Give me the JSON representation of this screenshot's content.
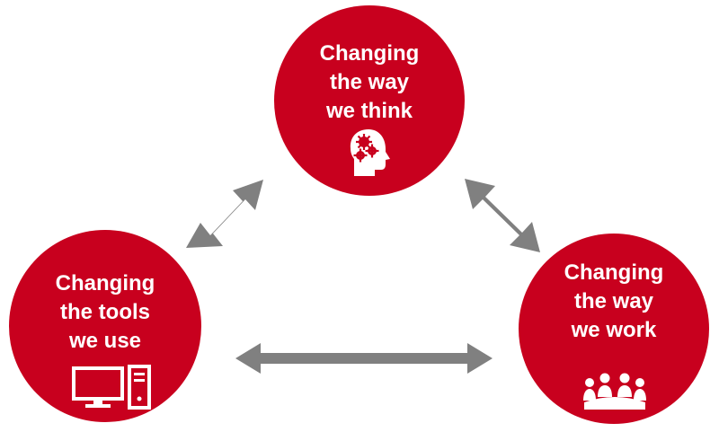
{
  "colors": {
    "circle": "#c8001e",
    "arrow": "#808080",
    "text": "#ffffff"
  },
  "nodes": {
    "think": {
      "lines": [
        "Changing",
        "the way",
        "we think"
      ],
      "icon": "head-gears-icon"
    },
    "tools": {
      "lines": [
        "Changing",
        "the tools",
        "we use"
      ],
      "icon": "desktop-computer-icon"
    },
    "work": {
      "lines": [
        "Changing",
        "the way",
        "we work"
      ],
      "icon": "meeting-group-icon"
    }
  },
  "arrows": [
    {
      "from": "tools",
      "to": "think",
      "direction": "bidirectional"
    },
    {
      "from": "think",
      "to": "work",
      "direction": "bidirectional"
    },
    {
      "from": "tools",
      "to": "work",
      "direction": "bidirectional"
    }
  ]
}
